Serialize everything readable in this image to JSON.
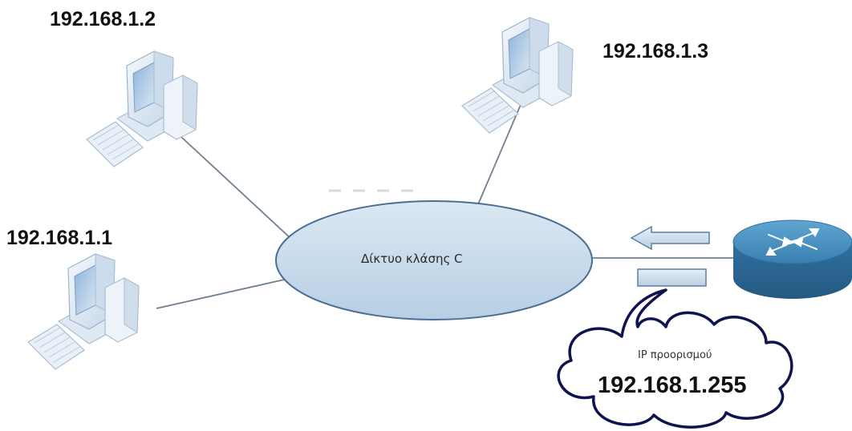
{
  "network": {
    "label": "Δίκτυο κλάσης C"
  },
  "hosts": [
    {
      "ip": "192.168.1.2"
    },
    {
      "ip": "192.168.1.3"
    },
    {
      "ip": "192.168.1.1"
    }
  ],
  "router": {
    "icon": "router-icon"
  },
  "packet": {
    "caption": "IP προορισμού",
    "destination_ip": "192.168.1.255"
  },
  "colors": {
    "network_fill": "#c9dcec",
    "network_stroke": "#4a6e93",
    "router_body": "#3f86b5",
    "cloud_stroke": "#0f1450"
  }
}
